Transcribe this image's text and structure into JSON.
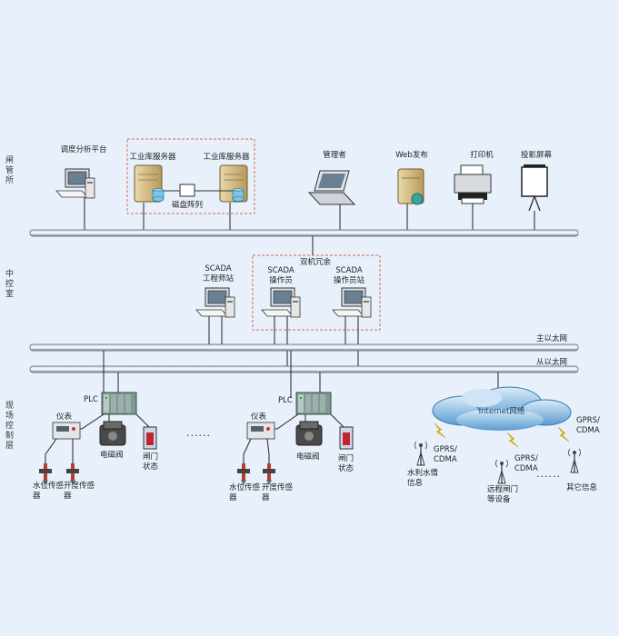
{
  "zones": {
    "management": "闸管所",
    "control_room": "中控室",
    "field": "现场控制层"
  },
  "management": {
    "dispatch_platform": "调度分析平台",
    "db_server_1": "工业库服务器",
    "db_server_2": "工业库服务器",
    "disk_array": "磁盘阵列",
    "manager": "管理者",
    "web_publish": "Web发布",
    "printer": "打印机",
    "projector": "投影屏幕"
  },
  "control_room": {
    "redundancy": "双机冗余",
    "engineer_station_line1": "SCADA",
    "engineer_station_line2": "工程师站",
    "operator_line1": "SCADA",
    "operator_line2": "操作员",
    "operator_station_line1": "SCADA",
    "operator_station_line2": "操作员站",
    "main_ethernet": "主以太网",
    "backup_ethernet": "从以太网"
  },
  "field": {
    "plc_1": "PLC",
    "plc_2": "PLC",
    "meter_1": "仪表",
    "meter_2": "仪表",
    "solenoid_1": "电磁阀",
    "solenoid_2": "电磁阀",
    "gate_status_1": "闸门状态",
    "gate_status_2": "闸门状态",
    "level_sensor_1": "水位传感器",
    "opening_sensor_1": "开度传感器",
    "level_sensor_2": "水位传感器",
    "opening_sensor_2": "开度传感器",
    "ellipsis_1": "......",
    "ellipsis_2": "......"
  },
  "network": {
    "internet": "Internet网络",
    "gprs_1": "GPRS/ CDMA",
    "gprs_2": "GPRS/ CDMA",
    "gprs_3": "GPRS/ CDMA",
    "water_info": "水利水情信息",
    "remote_gate": "远程闸门等设备",
    "other_info": "其它信息"
  }
}
